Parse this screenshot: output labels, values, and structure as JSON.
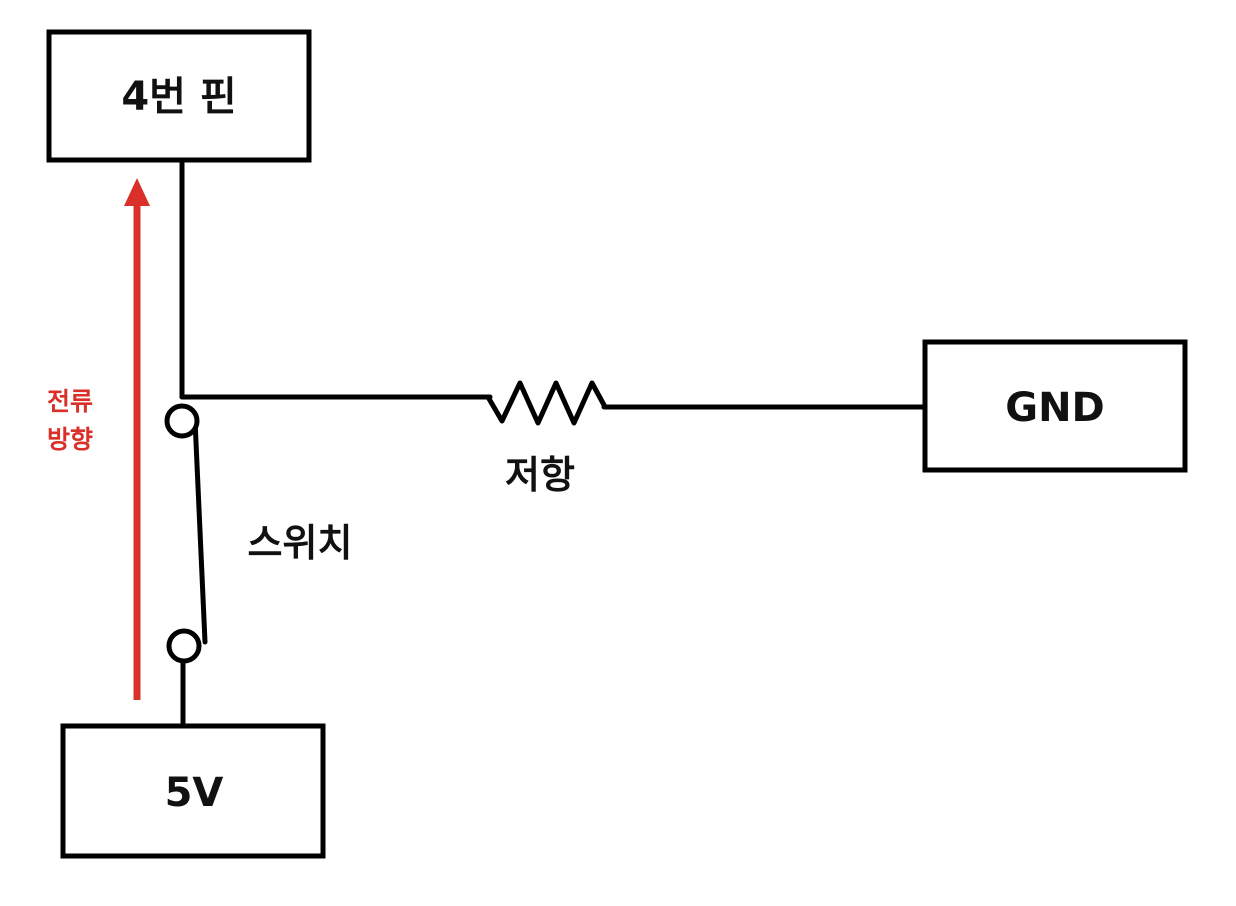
{
  "nodes": {
    "pin4": "4번 핀",
    "vcc": "5V",
    "gnd": "GND"
  },
  "components": {
    "resistor": "저항",
    "switch": "스위치"
  },
  "current": {
    "line1": "전류",
    "line2": "방향"
  },
  "colors": {
    "arrow": "#d9302a",
    "wire": "#000000"
  }
}
